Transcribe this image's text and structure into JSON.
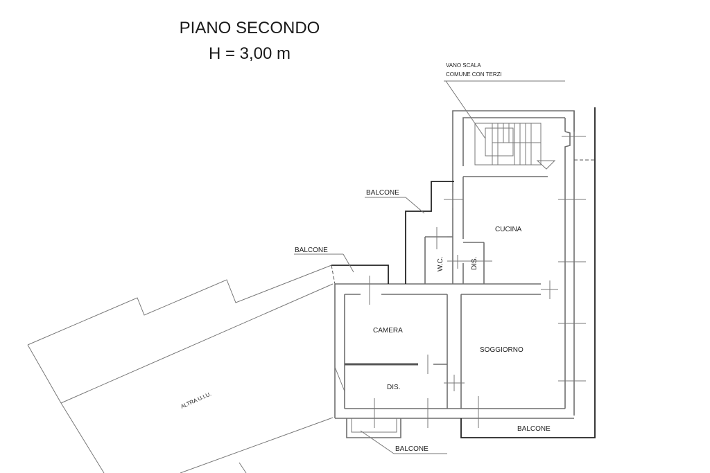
{
  "header": {
    "floor_title": "PIANO SECONDO",
    "floor_height": "H = 3,00 m"
  },
  "rooms": {
    "stair": "VANO SCALA",
    "stair_note": "COMUNE CON TERZI",
    "kitchen": "CUCINA",
    "wc": "W.C.",
    "dis_upper": "DIS.",
    "bedroom": "CAMERA",
    "living": "SOGGIORNO",
    "dis_lower": "DIS.",
    "other_unit": "ALTRA U.I.U."
  },
  "balconies": {
    "upper": "BALCONE",
    "left": "BALCONE",
    "bottom_left": "BALCONE",
    "bottom_right": "BALCONE"
  }
}
